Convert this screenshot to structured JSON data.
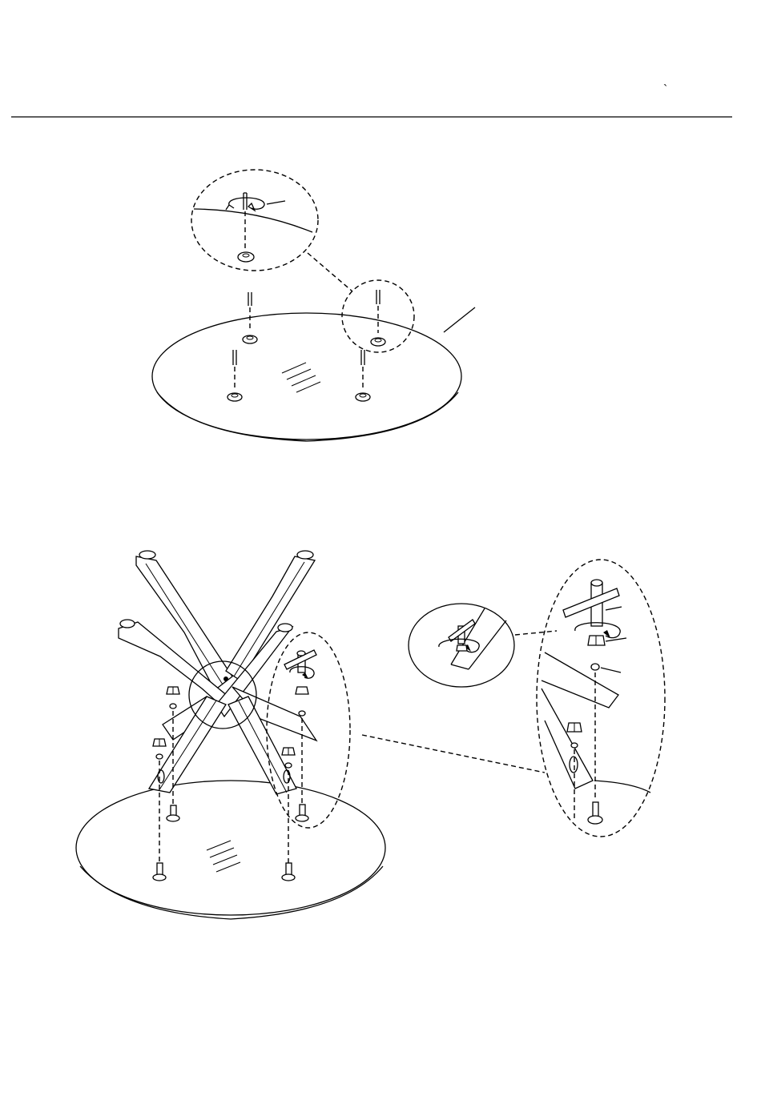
{
  "page": {
    "stray_mark": "`"
  },
  "figures": [
    {
      "id": "step-glass-top-screws",
      "callouts": [
        "screw-detail-zoom"
      ]
    },
    {
      "id": "step-cross-base-attach",
      "callouts": [
        "center-joint-zoom",
        "bolt-stack-zoom"
      ]
    }
  ],
  "icons": [
    "screw-icon",
    "t-wrench-icon",
    "hex-nut-icon",
    "washer-icon",
    "rotate-arrow-icon"
  ]
}
